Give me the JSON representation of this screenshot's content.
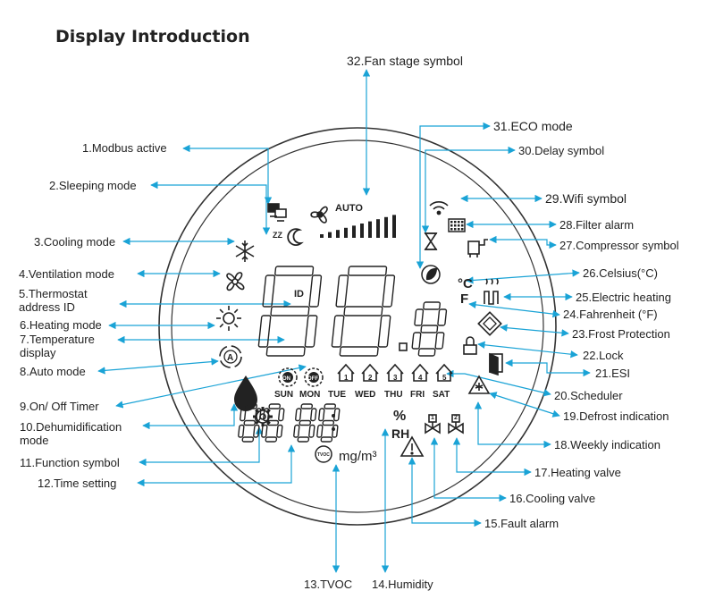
{
  "heading": "Display Introduction",
  "colors": {
    "arrow": "#1aa3d6",
    "lcd": "#222222",
    "bg": "#ffffff"
  },
  "display": {
    "auto": "AUTO",
    "id": "ID",
    "days": [
      "SUN",
      "MON",
      "TUE",
      "WED",
      "THU",
      "FRI",
      "SAT"
    ],
    "day_badges": [
      "1",
      "2",
      "3",
      "4",
      "5"
    ],
    "timer_on": "ON",
    "timer_off": "OFF",
    "percent": "%",
    "rh": "RH",
    "tvoc_badge": "TVOC",
    "unit_mgm3": "mg/m³",
    "celsius": "°C",
    "fahrenheit": "F",
    "valve_heat": "1",
    "valve_cool": "2",
    "auto_badge": "A",
    "zz": "ZZ"
  },
  "labels": [
    {
      "id": 1,
      "text": "1.Modbus active"
    },
    {
      "id": 2,
      "text": "2.Sleeping mode"
    },
    {
      "id": 3,
      "text": "3.Cooling mode"
    },
    {
      "id": 4,
      "text": "4.Ventilation mode"
    },
    {
      "id": 5,
      "text": "5.Thermostat\naddress ID"
    },
    {
      "id": 6,
      "text": "6.Heating mode"
    },
    {
      "id": 7,
      "text": "7.Temperature\ndisplay"
    },
    {
      "id": 8,
      "text": "8.Auto mode"
    },
    {
      "id": 9,
      "text": "9.On/ Off Timer"
    },
    {
      "id": 10,
      "text": "10.Dehumidification\nmode"
    },
    {
      "id": 11,
      "text": "11.Function symbol"
    },
    {
      "id": 12,
      "text": "12.Time setting"
    },
    {
      "id": 13,
      "text": "13.TVOC"
    },
    {
      "id": 14,
      "text": "14.Humidity"
    },
    {
      "id": 15,
      "text": "15.Fault alarm"
    },
    {
      "id": 16,
      "text": "16.Cooling valve"
    },
    {
      "id": 17,
      "text": "17.Heating valve"
    },
    {
      "id": 18,
      "text": "18.Weekly indication"
    },
    {
      "id": 19,
      "text": "19.Defrost indication"
    },
    {
      "id": 20,
      "text": "20.Scheduler"
    },
    {
      "id": 21,
      "text": "21.ESI"
    },
    {
      "id": 22,
      "text": "22.Lock"
    },
    {
      "id": 23,
      "text": "23.Frost Protection"
    },
    {
      "id": 24,
      "text": "24.Fahrenheit (°F)"
    },
    {
      "id": 25,
      "text": "25.Electric heating"
    },
    {
      "id": 26,
      "text": "26.Celsius(°C)"
    },
    {
      "id": 27,
      "text": "27.Compressor symbol"
    },
    {
      "id": 28,
      "text": "28.Filter alarm"
    },
    {
      "id": 29,
      "text": "29.Wifi symbol"
    },
    {
      "id": 30,
      "text": "30.Delay symbol"
    },
    {
      "id": 31,
      "text": "31.ECO mode"
    },
    {
      "id": 32,
      "text": "32.Fan stage symbol"
    }
  ]
}
